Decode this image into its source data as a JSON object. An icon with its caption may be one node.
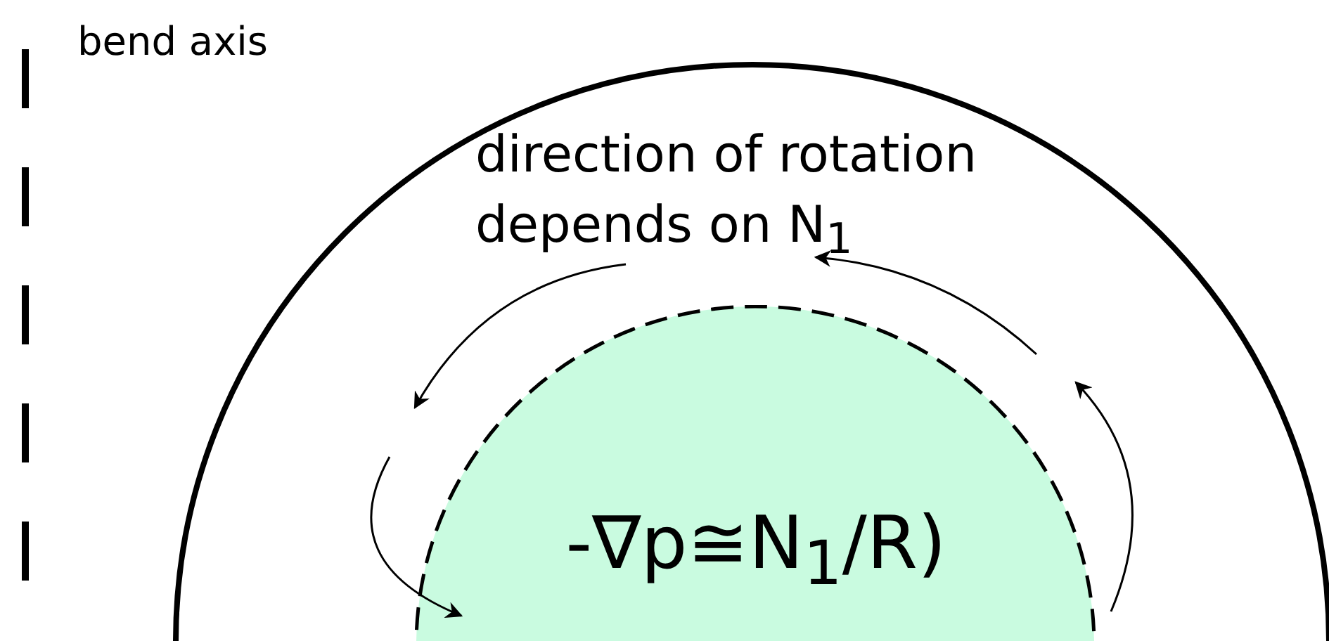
{
  "diagram": {
    "nodes": [
      {
        "text": [
          "-∇p≅N$_{1}$/R)"
        ]
      }
    ],
    "labels": [
      "bend axis",
      "direction of rotation depends on N$_{1}$"
    ]
  }
}
